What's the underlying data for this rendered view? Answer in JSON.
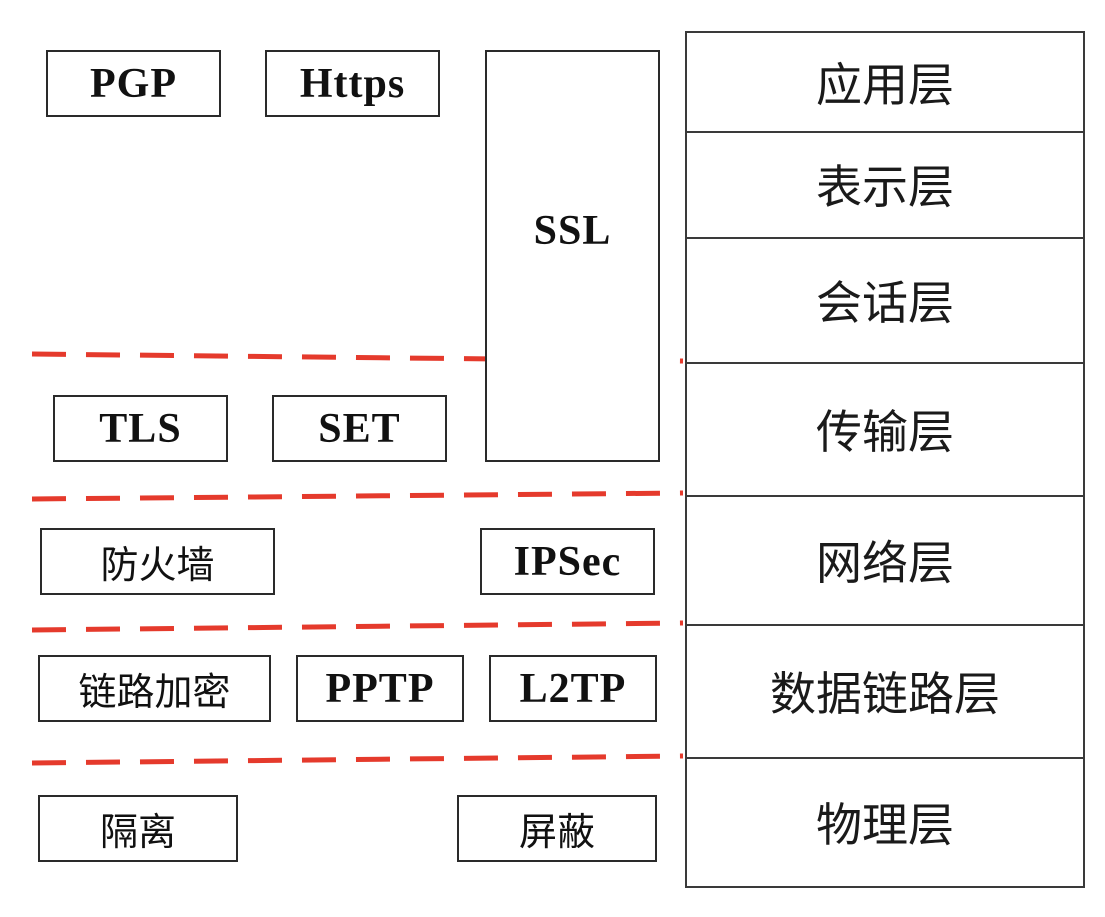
{
  "layers": [
    {
      "name": "应用层"
    },
    {
      "name": "表示层"
    },
    {
      "name": "会话层"
    },
    {
      "name": "传输层"
    },
    {
      "name": "网络层"
    },
    {
      "name": "数据链路层"
    },
    {
      "name": "物理层"
    }
  ],
  "protocols": {
    "pgp": "PGP",
    "https": "Https",
    "ssl": "SSL",
    "tls": "TLS",
    "set": "SET",
    "firewall": "防火墙",
    "ipsec": "IPSec",
    "link_encryption": "链路加密",
    "pptp": "PPTP",
    "l2tp": "L2TP",
    "isolation": "隔离",
    "shielding": "屏蔽"
  },
  "colors": {
    "divider": "#e53a2c",
    "border": "#2a2a2a"
  }
}
